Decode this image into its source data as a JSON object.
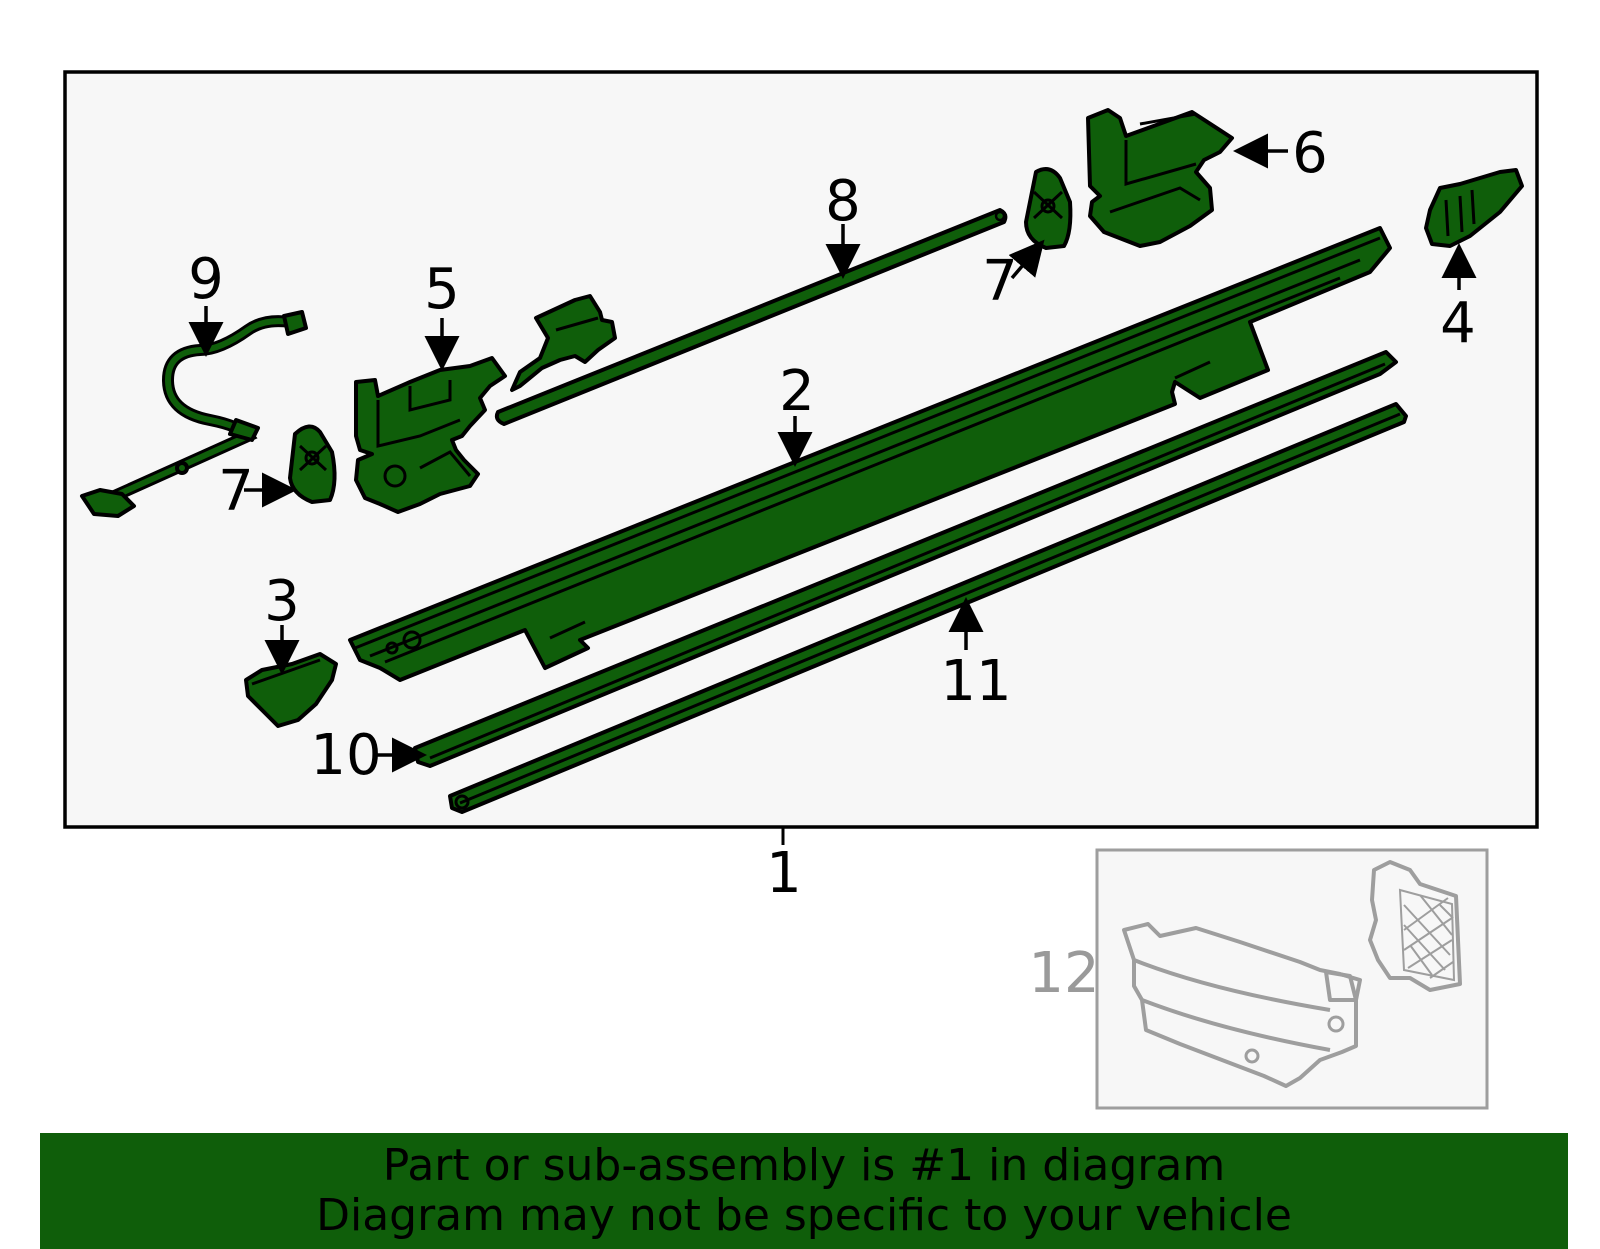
{
  "callouts": {
    "c1": "1",
    "c2": "2",
    "c3": "3",
    "c4": "4",
    "c5": "5",
    "c6": "6",
    "c7a": "7",
    "c7b": "7",
    "c8": "8",
    "c9": "9",
    "c10": "10",
    "c11": "11",
    "c12": "12"
  },
  "colors": {
    "part_fill": "#0f5e0a",
    "ghost_stroke": "#9e9e9e",
    "banner_bg": "#0f5e0a"
  },
  "banner": {
    "line1": "Part or sub-assembly is #1 in diagram",
    "line2": "Diagram may not be specific to your vehicle"
  }
}
